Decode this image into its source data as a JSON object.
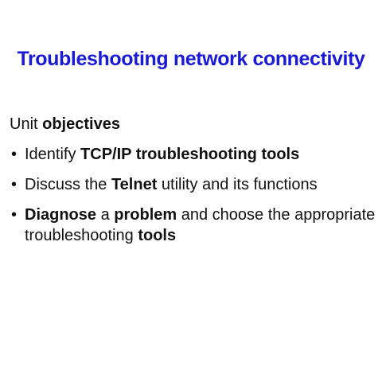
{
  "slide": {
    "title": "Troubleshooting network connectivity",
    "title_color": "#1a1ad6",
    "subheading": {
      "text": "Unit ",
      "bold": "objectives"
    },
    "bullet_glyph": "•",
    "bullets": [
      {
        "p1": "Identify ",
        "b1": "TCP/IP troubleshooting tools",
        "p2": ""
      },
      {
        "p1": "Discuss the ",
        "b1": "Telnet",
        "p2": " utility and its functions"
      },
      {
        "b0": "Diagnose",
        "p1": " a ",
        "b1": "problem",
        "p2": " and choose the appropriate troubleshooting ",
        "b2": "tools"
      }
    ]
  }
}
